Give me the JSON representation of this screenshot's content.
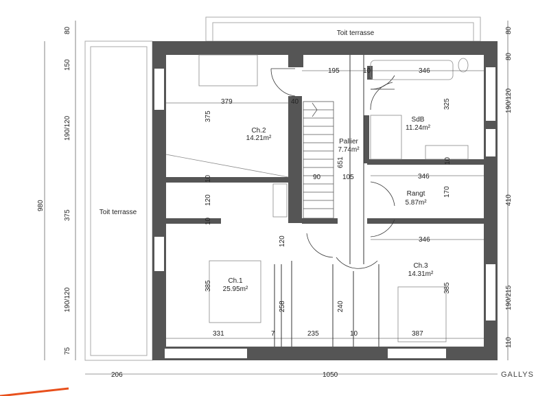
{
  "rooms": {
    "ch2": {
      "name": "Ch.2",
      "area": "14.21m²"
    },
    "sdb": {
      "name": "SdB",
      "area": "11.24m²"
    },
    "pallier": {
      "name": "Pallier",
      "area": "7.74m²"
    },
    "rangt": {
      "name": "Rangt",
      "area": "5.87m²"
    },
    "ch1": {
      "name": "Ch.1",
      "area": "25.95m²"
    },
    "ch3": {
      "name": "Ch.3",
      "area": "14.31m²"
    }
  },
  "terraces": {
    "top": "Toit terrasse",
    "left": "Toit terrasse"
  },
  "dims": {
    "overall_left": "980",
    "left": [
      "80",
      "150",
      "190/120",
      "375",
      "190/120",
      "75"
    ],
    "right": [
      "80",
      "80",
      "190/120",
      "410",
      "190/215",
      "110"
    ],
    "bottom_total": "1050",
    "bottom_left": "206",
    "interior": {
      "d195": "195",
      "d10a": "10",
      "d346a": "346",
      "d379": "379",
      "d40": "40",
      "d375": "375",
      "d325": "325",
      "d651": "651",
      "d10b": "10",
      "d90": "90",
      "d105": "105",
      "d346b": "346",
      "d120a": "120",
      "d170": "170",
      "d10c": "10",
      "d10d": "10",
      "d346c": "346",
      "d120b": "120",
      "d385a": "385",
      "d258": "258",
      "d240": "240",
      "d385b": "385",
      "d331": "331",
      "d7": "7",
      "d235": "235",
      "d10e": "10",
      "d387": "387"
    }
  },
  "logo": "GALLYS",
  "colors": {
    "wall": "#555555",
    "line": "#333333",
    "accent": "#e8501c"
  }
}
